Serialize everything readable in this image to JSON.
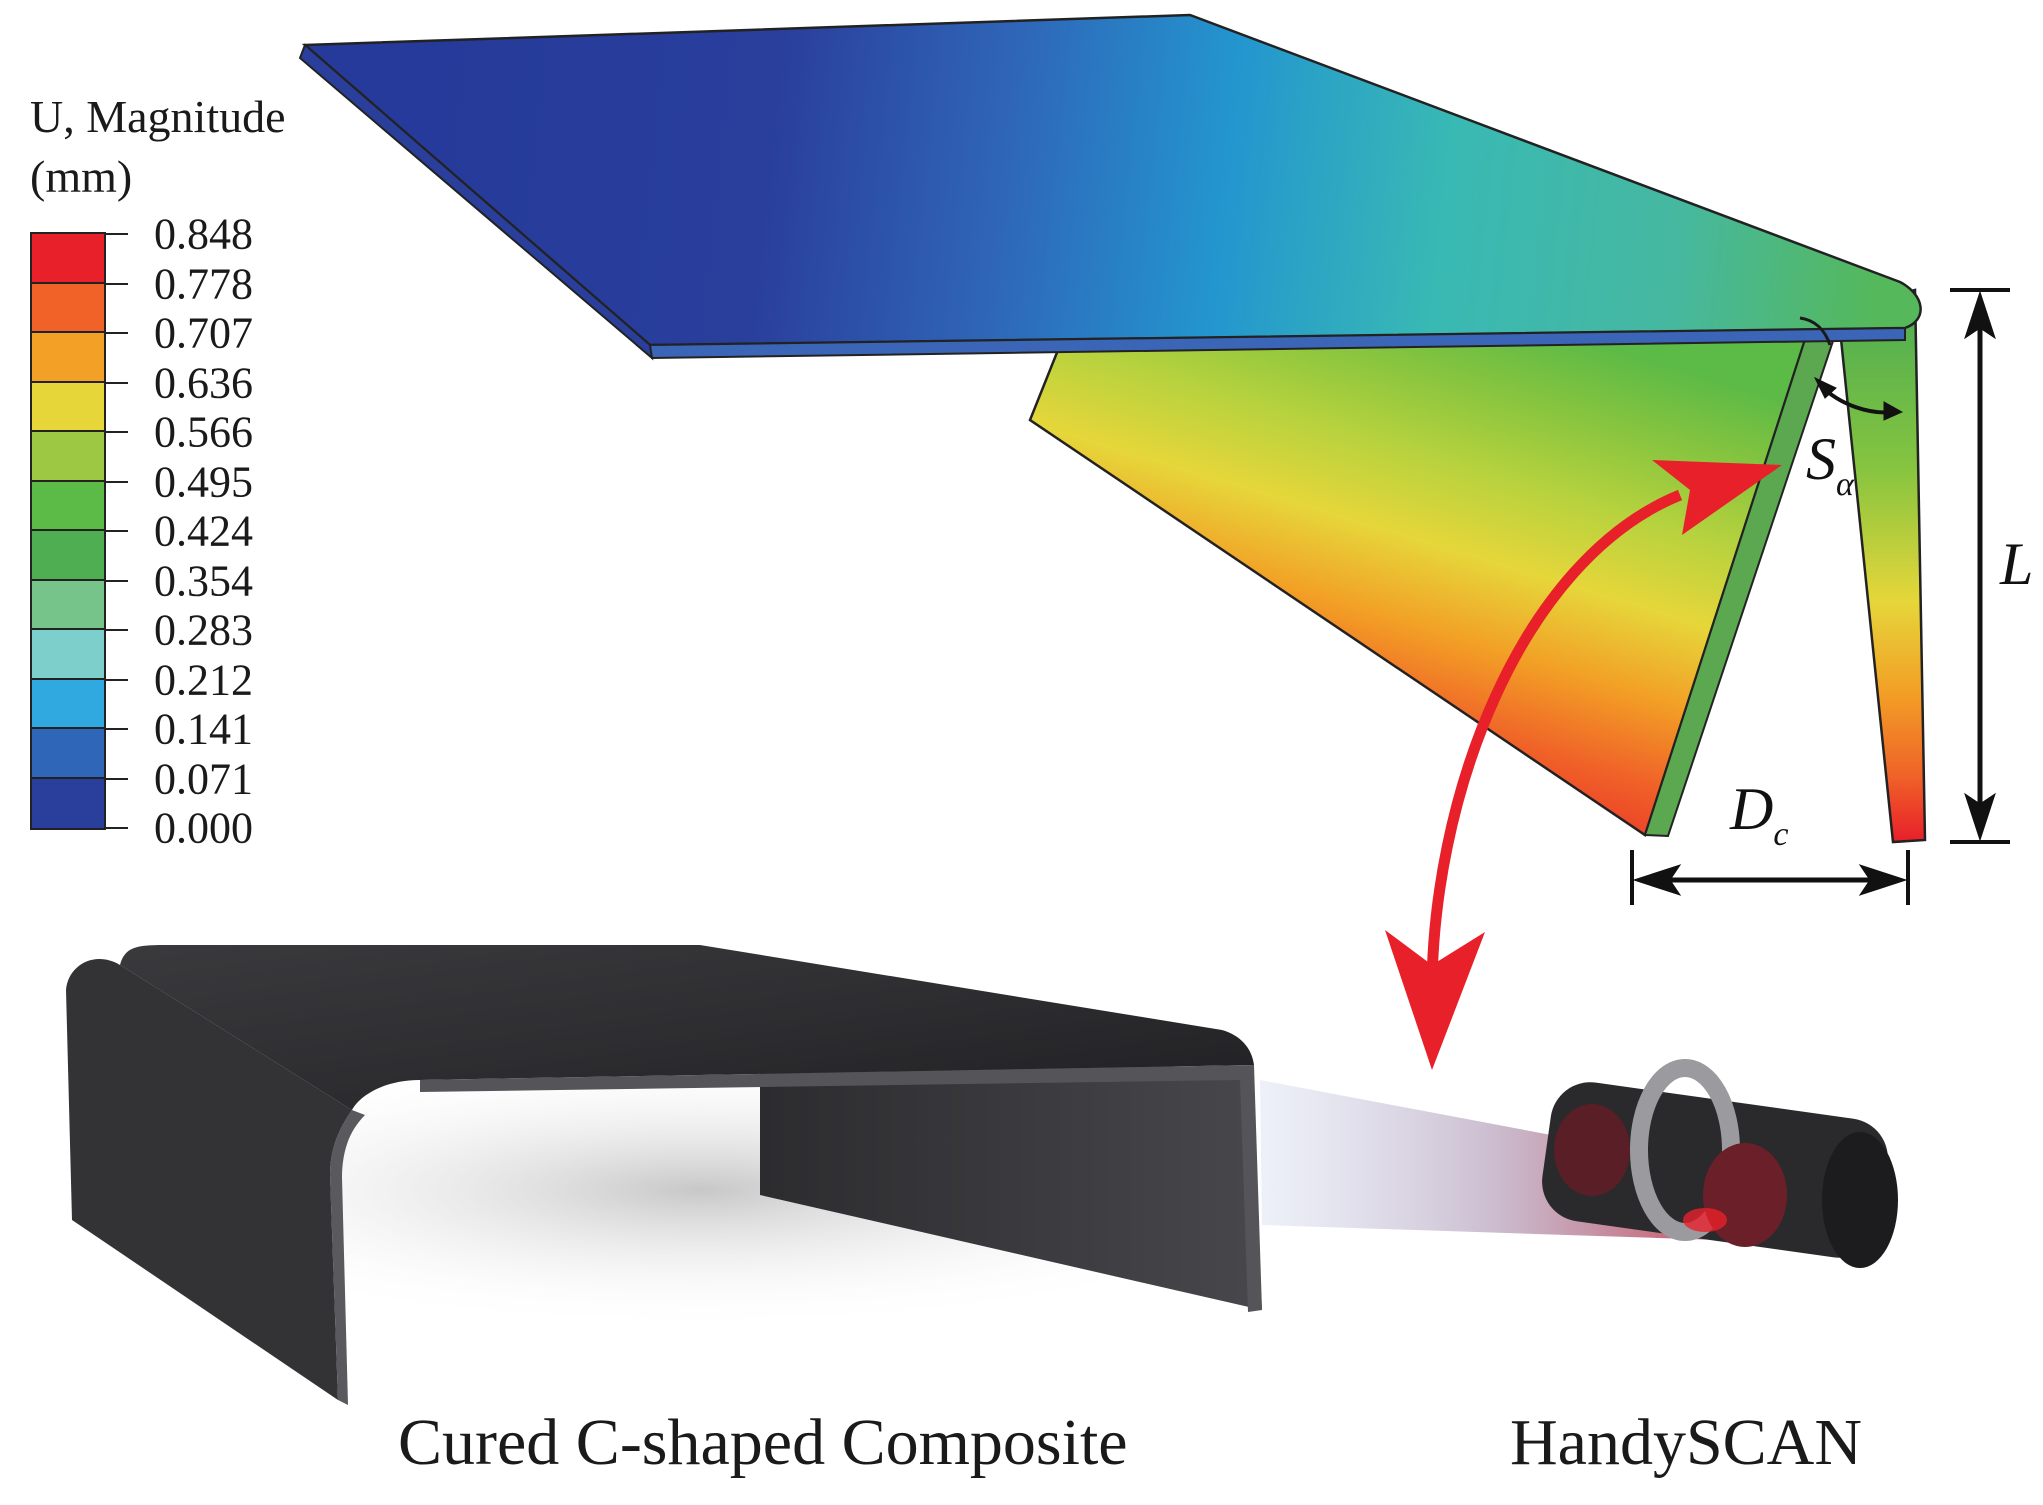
{
  "legend": {
    "title_line1": "U, Magnitude",
    "title_line2": "(mm)",
    "values": [
      "0.848",
      "0.778",
      "0.707",
      "0.636",
      "0.566",
      "0.495",
      "0.424",
      "0.354",
      "0.283",
      "0.212",
      "0.141",
      "0.071",
      "0.000"
    ],
    "colors": [
      "#e8202a",
      "#f06228",
      "#f2a026",
      "#e6d63a",
      "#9cc844",
      "#5cba46",
      "#4fae52",
      "#76c48a",
      "#7ccfca",
      "#2fa9e0",
      "#2f66b8",
      "#2a3f9c"
    ]
  },
  "dimension_labels": {
    "length": "L",
    "angle_main": "S",
    "angle_sub": "α",
    "distance_main": "D",
    "distance_sub": "c"
  },
  "captions": {
    "composite": "Cured C-shaped Composite",
    "scanner": "HandySCAN"
  },
  "colors": {
    "arrow_red": "#e8202a",
    "composite_dark": "#2b2b2d"
  }
}
